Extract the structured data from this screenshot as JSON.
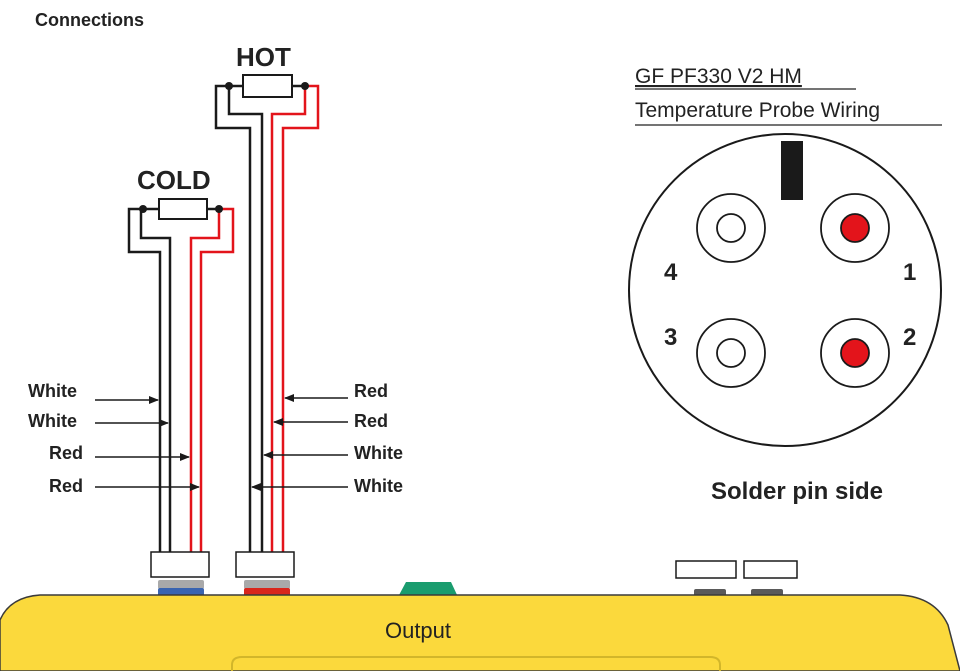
{
  "header": {
    "title": "Connections"
  },
  "probes": {
    "hot_label": "HOT",
    "cold_label": "COLD"
  },
  "wire_labels": {
    "left": [
      "White",
      "White",
      "Red",
      "Red"
    ],
    "right": [
      "Red",
      "Red",
      "White",
      "White"
    ]
  },
  "pinout": {
    "title_line1": "GF PF330 V2 HM",
    "title_line2": "Temperature Probe Wiring",
    "pins": [
      {
        "number": "1",
        "color": "#e3141b"
      },
      {
        "number": "2",
        "color": "#e3141b"
      },
      {
        "number": "3",
        "color": "#ffffff"
      },
      {
        "number": "4",
        "color": "#ffffff"
      }
    ],
    "caption": "Solder pin side"
  },
  "device": {
    "panel_label": "Output",
    "body_color": "#fbd93c"
  },
  "colors": {
    "red_wire": "#e3141b",
    "black_wire": "#1a1a1a",
    "blue_connector": "#3a64b0",
    "red_connector": "#d9261c",
    "green_connector": "#1a9c6e"
  }
}
